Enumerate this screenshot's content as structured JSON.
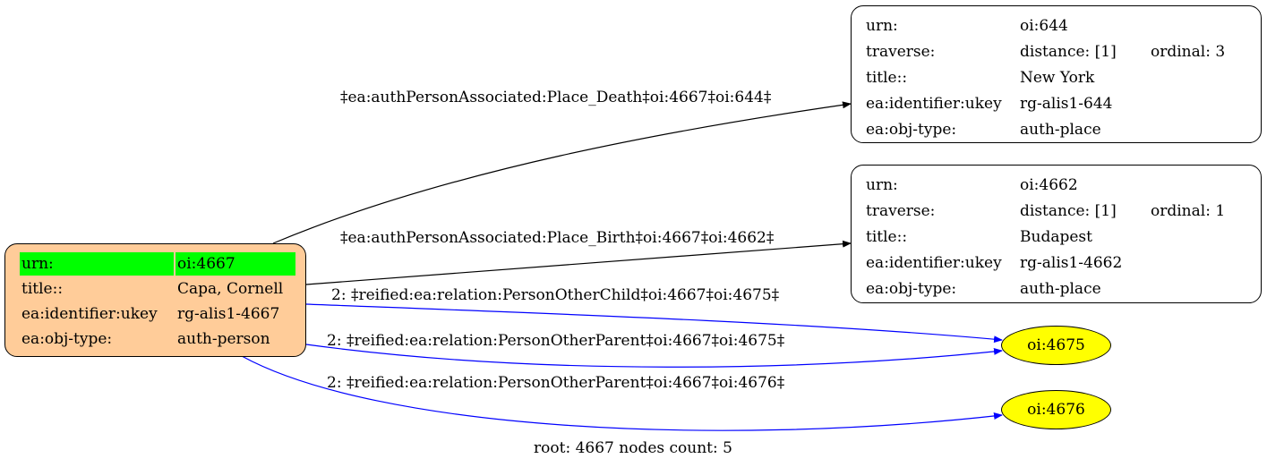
{
  "root_node": {
    "id": "oi:4667",
    "rows": [
      {
        "key": "urn:",
        "value": "oi:4667"
      },
      {
        "key": "title::",
        "value": "Capa, Cornell"
      },
      {
        "key": "ea:identifier:ukey",
        "value": "rg-alis1-4667"
      },
      {
        "key": "ea:obj-type:",
        "value": "auth-person"
      }
    ],
    "fill": "#ffcc99",
    "highlight": "#00ff00"
  },
  "place_nodes": [
    {
      "id": "oi:644",
      "rows": [
        {
          "key": "urn:",
          "value": "oi:644",
          "extra": ""
        },
        {
          "key": "traverse:",
          "value": "distance: [1]",
          "extra": "ordinal: 3"
        },
        {
          "key": "title::",
          "value": "New York",
          "extra": ""
        },
        {
          "key": "ea:identifier:ukey",
          "value": "rg-alis1-644",
          "extra": ""
        },
        {
          "key": "ea:obj-type:",
          "value": "auth-place",
          "extra": ""
        }
      ]
    },
    {
      "id": "oi:4662",
      "rows": [
        {
          "key": "urn:",
          "value": "oi:4662",
          "extra": ""
        },
        {
          "key": "traverse:",
          "value": "distance: [1]",
          "extra": "ordinal: 1"
        },
        {
          "key": "title::",
          "value": "Budapest",
          "extra": ""
        },
        {
          "key": "ea:identifier:ukey",
          "value": "rg-alis1-4662",
          "extra": ""
        },
        {
          "key": "ea:obj-type:",
          "value": "auth-place",
          "extra": ""
        }
      ]
    }
  ],
  "ellipse_nodes": [
    {
      "id": "oi:4675",
      "label": "oi:4675"
    },
    {
      "id": "oi:4676",
      "label": "oi:4676"
    }
  ],
  "ellipse_fill": "#ffff00",
  "edges": [
    {
      "label": "‡ea:authPersonAssociated:Place_Death‡oi:4667‡oi:644‡",
      "color": "#000000"
    },
    {
      "label": "‡ea:authPersonAssociated:Place_Birth‡oi:4667‡oi:4662‡",
      "color": "#000000"
    },
    {
      "label": "2: ‡reified:ea:relation:PersonOtherChild‡oi:4667‡oi:4675‡",
      "color": "#0000ff"
    },
    {
      "label": "2: ‡reified:ea:relation:PersonOtherParent‡oi:4667‡oi:4675‡",
      "color": "#0000ff"
    },
    {
      "label": "2: ‡reified:ea:relation:PersonOtherParent‡oi:4667‡oi:4676‡",
      "color": "#0000ff"
    }
  ],
  "footer": "root: 4667 nodes count: 5"
}
